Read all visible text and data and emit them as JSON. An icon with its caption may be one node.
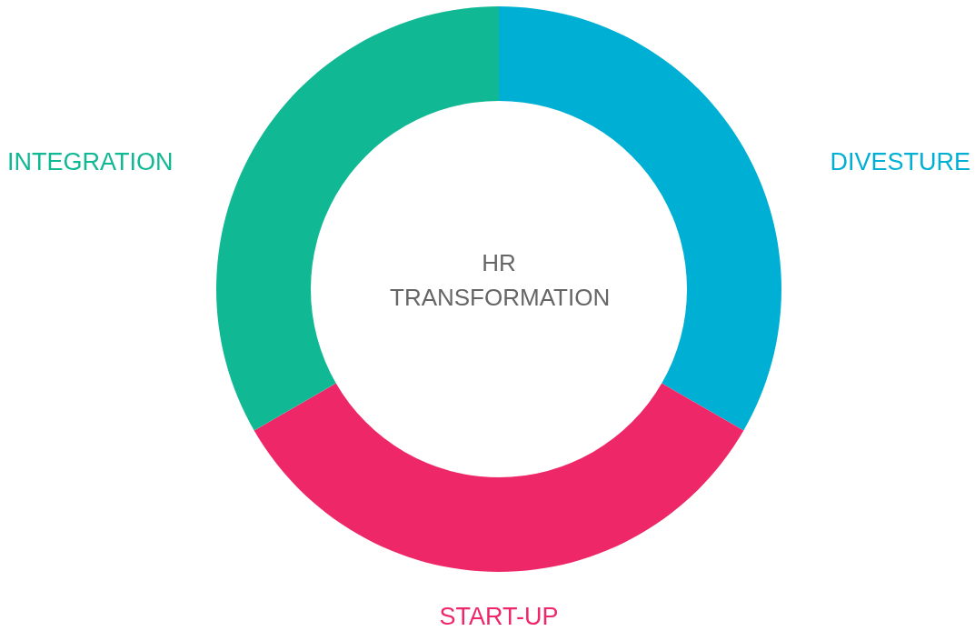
{
  "diagram": {
    "nodes": [
      {
        "text": [
          "HR TRANSFORMATION"
        ]
      },
      {
        "text": [
          "DIVESTURE"
        ]
      },
      {
        "text": [
          "START-UP"
        ]
      },
      {
        "text": [
          "INTEGRATION"
        ]
      }
    ]
  }
}
